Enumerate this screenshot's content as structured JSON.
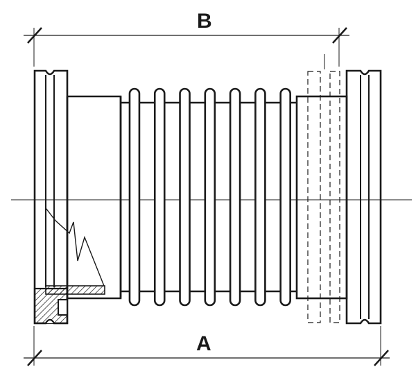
{
  "dimensions": {
    "top_label": "B",
    "bottom_label": "A"
  },
  "colors": {
    "line": "#1a1a1a",
    "background": "#ffffff"
  },
  "bellows": {
    "convolution_count": 7
  }
}
